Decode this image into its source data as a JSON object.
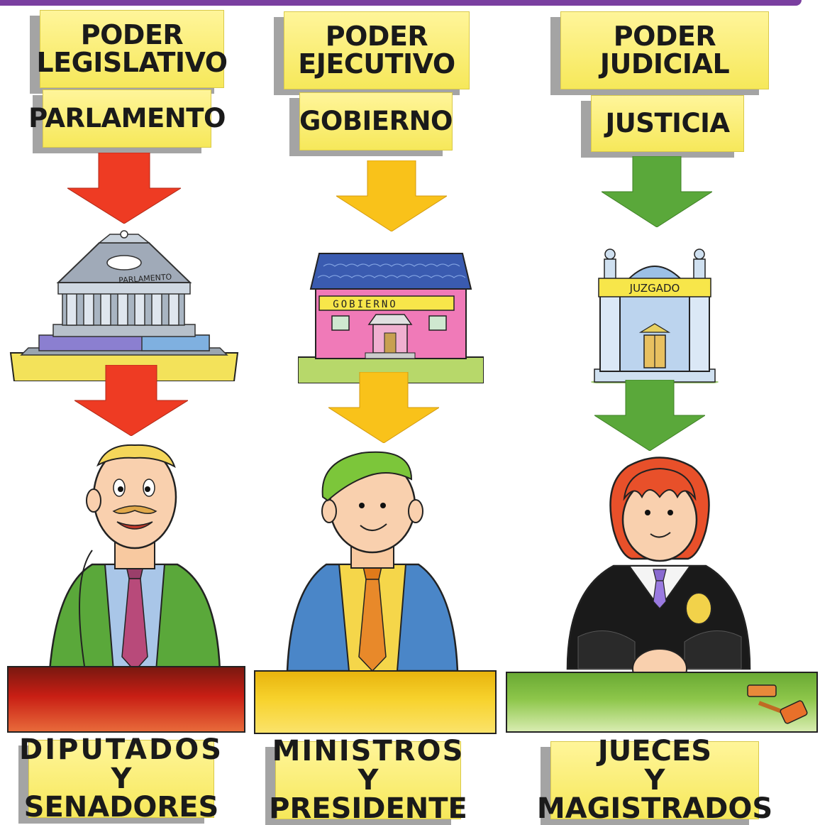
{
  "columns": [
    {
      "id": "legislativo",
      "title_lines": [
        "PODER",
        "LEGISLATIVO"
      ],
      "institution": "PARLAMENTO",
      "building_sign": "PARLAMENTO",
      "people_lines": [
        "DIPUTADOS",
        "Y SENADORES"
      ],
      "arrow_color": "#ee3b23",
      "desk_color": "#c81e14"
    },
    {
      "id": "ejecutivo",
      "title_lines": [
        "PODER",
        "EJECUTIVO"
      ],
      "institution": "GOBIERNO",
      "building_sign": "GOBIERNO",
      "people_lines": [
        "MINISTROS",
        "Y PRESIDENTE"
      ],
      "arrow_color": "#f9c21a",
      "desk_color": "#f5c818"
    },
    {
      "id": "judicial",
      "title_lines": [
        "PODER",
        "JUDICIAL"
      ],
      "institution": "JUSTICIA",
      "building_sign": "JUZGADO",
      "people_lines": [
        "JUECES",
        "Y MAGISTRADOS"
      ],
      "arrow_color": "#5aa83a",
      "desk_color": "#7fbf3f"
    }
  ]
}
